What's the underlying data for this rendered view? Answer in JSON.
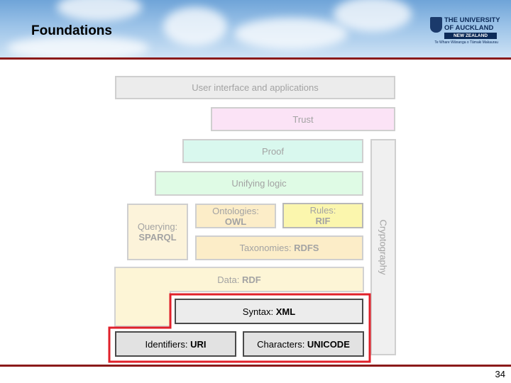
{
  "slide": {
    "title": "Foundations",
    "page_number": "34"
  },
  "logo": {
    "line1": "THE UNIVERSITY",
    "line2": "OF AUCKLAND",
    "line3": "NEW ZEALAND",
    "tagline": "Te Whare Wānanga o Tāmaki Makaurau"
  },
  "diagram": {
    "user_interface": "User interface and applications",
    "trust": "Trust",
    "proof": "Proof",
    "unifying_logic": "Unifying logic",
    "querying": {
      "label": "Querying:",
      "value": "SPARQL"
    },
    "ontologies": {
      "label": "Ontologies:",
      "value": "OWL"
    },
    "rules": {
      "label": "Rules:",
      "value": "RIF"
    },
    "taxonomies": {
      "label": "Taxonomies: ",
      "value": "RDFS"
    },
    "data": {
      "label": "Data: ",
      "value": "RDF"
    },
    "syntax": {
      "label": "Syntax: ",
      "value": "XML"
    },
    "identifiers": {
      "label": "Identifiers: ",
      "value": "URI"
    },
    "characters": {
      "label": "Characters: ",
      "value": "UNICODE"
    },
    "cryptography": "Cryptography"
  },
  "colors": {
    "highlight": "#e0202a",
    "header_rule": "#8b1a1a"
  }
}
